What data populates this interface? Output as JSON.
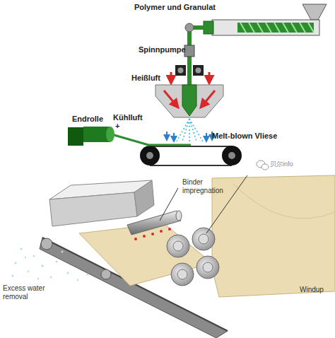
{
  "diagram": {
    "labels": [
      "Polymer und Granulat",
      "Spinnpumpe",
      "Heißluft",
      "Kühlluft",
      "Endrolle",
      "+",
      "Melt-blown Vliese",
      "贝尔info",
      "Binder impregnation",
      "Excess water removal",
      "Windup"
    ]
  }
}
